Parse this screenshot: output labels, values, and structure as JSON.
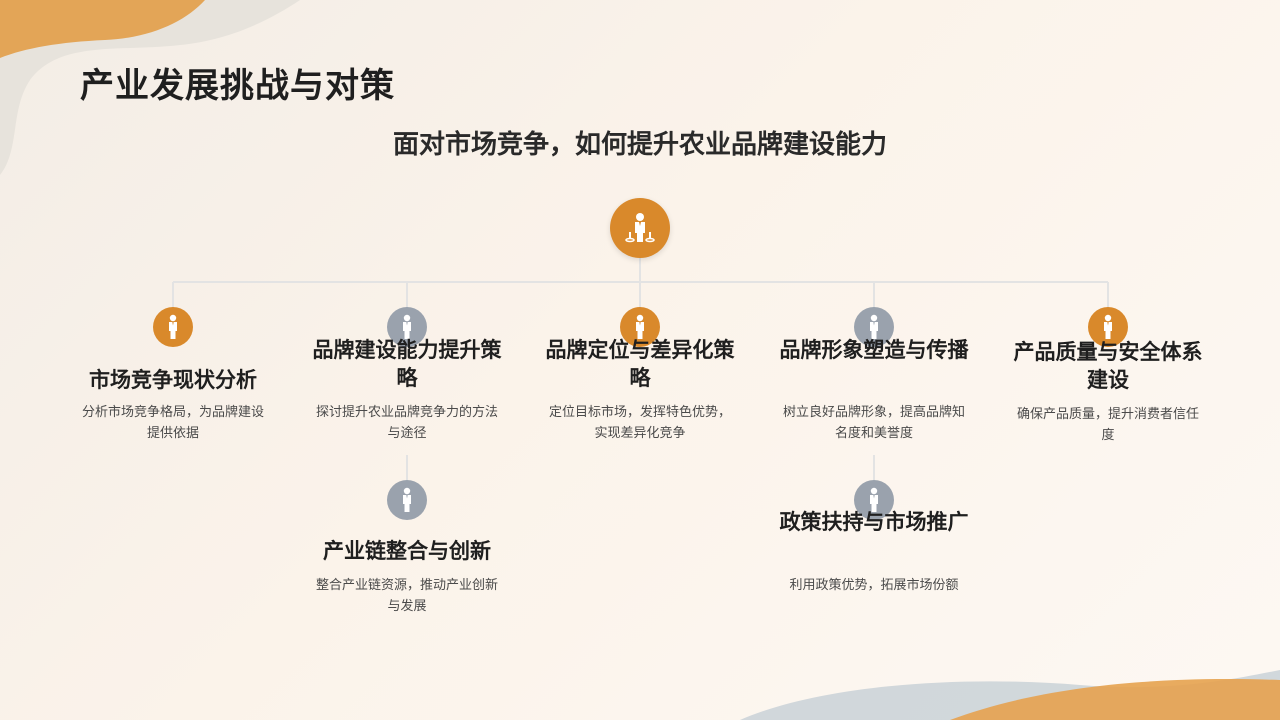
{
  "title": "产业发展挑战与对策",
  "subtitle": "面对市场竞争，如何提升农业品牌建设能力",
  "colors": {
    "accent": "#d9892b",
    "gray": "#9aa2ad",
    "line": "#e6e6e6"
  },
  "nodes": [
    {
      "title": "市场竞争现状分析",
      "desc": "分析市场竞争格局，为品牌建设提供依据",
      "icon": "person-icon",
      "color": "orange"
    },
    {
      "title": "品牌建设能力提升策略",
      "desc": "探讨提升农业品牌竞争力的方法与途径",
      "icon": "person-icon",
      "color": "gray"
    },
    {
      "title": "品牌定位与差异化策略",
      "desc": "定位目标市场，发挥特色优势，实现差异化竞争",
      "icon": "person-icon",
      "color": "orange"
    },
    {
      "title": "品牌形象塑造与传播",
      "desc": "树立良好品牌形象，提高品牌知名度和美誉度",
      "icon": "person-icon",
      "color": "gray"
    },
    {
      "title": "产品质量与安全体系建设",
      "desc": "确保产品质量，提升消费者信任度",
      "icon": "person-icon",
      "color": "orange"
    },
    {
      "title": "产业链整合与创新",
      "desc": "整合产业链资源，推动产业创新与发展",
      "icon": "person-icon",
      "color": "gray"
    },
    {
      "title": "政策扶持与市场推广",
      "desc": "利用政策优势，拓展市场份额",
      "icon": "person-icon",
      "color": "gray"
    }
  ]
}
